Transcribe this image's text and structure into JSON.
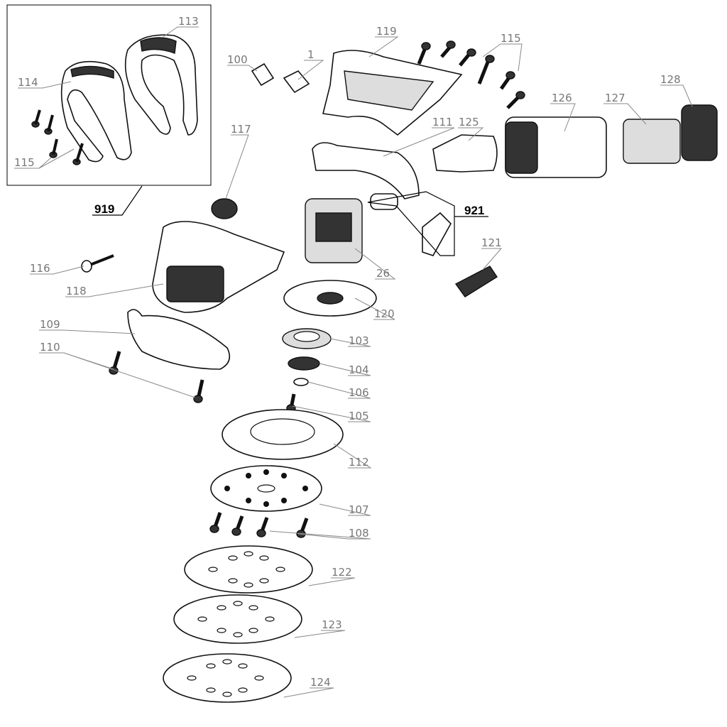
{
  "title": "Random orbit sander exploded parts diagram",
  "labels": {
    "p113": "113",
    "p114": "114",
    "p115a": "115",
    "p919": "919",
    "p100": "100",
    "p1": "1",
    "p119": "119",
    "p115b": "115",
    "p128": "128",
    "p126": "126",
    "p127": "127",
    "p117": "117",
    "p111": "111",
    "p125": "125",
    "p921": "921",
    "p121": "121",
    "p26": "26",
    "p116": "116",
    "p118": "118",
    "p120": "120",
    "p109": "109",
    "p110": "110",
    "p103": "103",
    "p104": "104",
    "p106": "106",
    "p105": "105",
    "p112": "112",
    "p107": "107",
    "p108": "108",
    "p122": "122",
    "p123": "123",
    "p124": "124"
  }
}
